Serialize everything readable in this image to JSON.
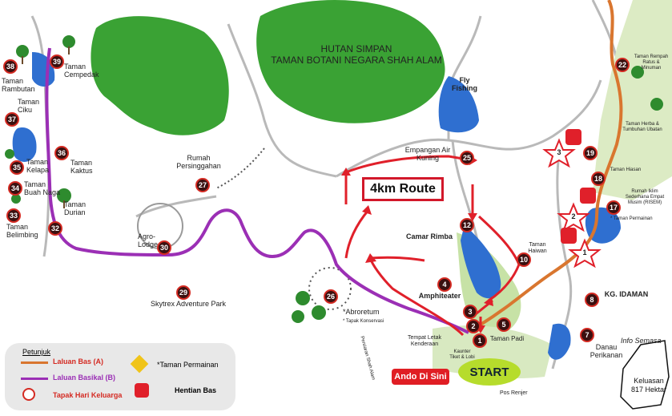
{
  "forest": {
    "line1": "HUTAN SIMPAN",
    "line2": "TAMAN BOTANI NEGARA SHAH ALAM"
  },
  "route_label": "4km Route",
  "start_label": "START",
  "you_are_here": "Ando Di Sini",
  "legend": {
    "title": "Petunjuk",
    "bus_route": "Laluan Bas (A)",
    "bike_route": "Laluan Basikal (B)",
    "family_day": "Tapak Hari Keluarga",
    "playground": "*Taman Permainan",
    "bus_stop": "Hentian Bas",
    "colors": {
      "bus": "#d9762f",
      "bike": "#9b2fb5",
      "route": "#e0202a",
      "forest": "#3aa234",
      "lake": "#2f6fd0"
    }
  },
  "info": {
    "title": "Info Semasa",
    "area_label": "Keluasan",
    "area_value": "817 Hektar"
  },
  "bus_stops": [
    "1",
    "2",
    "3"
  ],
  "places": [
    {
      "n": "38",
      "name": "Taman Rambutan"
    },
    {
      "n": "39",
      "name": "Taman Cempedak"
    },
    {
      "n": "37",
      "name": "Taman Ciku"
    },
    {
      "n": "36",
      "name": "Taman Kaktus"
    },
    {
      "n": "35",
      "name": "Taman Kelapa"
    },
    {
      "n": "34",
      "name": "Taman Buah Naga"
    },
    {
      "n": "33",
      "name": "Taman Belimbing"
    },
    {
      "n": "32",
      "name": "Taman Durian"
    },
    {
      "n": "30",
      "name": "Agro-Lodge"
    },
    {
      "n": "29",
      "name": "Skytrex Adventure Park"
    },
    {
      "n": "27",
      "name": "Rumah Persinggahan"
    },
    {
      "n": "26",
      "name": "*Abroretum"
    },
    {
      "n": "25",
      "name": "Empangan Air Kuning"
    },
    {
      "n": "22",
      "name": "Taman Rempah Ratus & Minuman"
    },
    {
      "n": "19",
      "name": "Taman Herba & Tumbuhan Ubatan"
    },
    {
      "n": "18",
      "name": "Taman Hiasan"
    },
    {
      "n": "17",
      "name": "Rumah Iklim Sederhana Empat Musim (RISEM)"
    },
    {
      "n": "12",
      "name": "Camar Rimba"
    },
    {
      "n": "10",
      "name": "Taman Haiwan"
    },
    {
      "n": "8",
      "name": "KG. IDAMAN"
    },
    {
      "n": "7",
      "name": "Danau Perikanan"
    },
    {
      "n": "5",
      "name": "Taman Padi"
    },
    {
      "n": "4",
      "name": "Amphiteater"
    },
    {
      "n": "3",
      "name": ""
    },
    {
      "n": "2",
      "name": "Tempat Letak Kenderaan"
    },
    {
      "n": "1",
      "name": "Kaunter Tiket & Lobi"
    }
  ],
  "misc": {
    "fly_fishing": "Fly Fishing",
    "tapak_konservasi": "* Tapak Konservasi",
    "taman_permainan": "* Taman Permainan",
    "pos_renjer": "Pos Renjer",
    "road": "Persiaran Shah Alam"
  }
}
